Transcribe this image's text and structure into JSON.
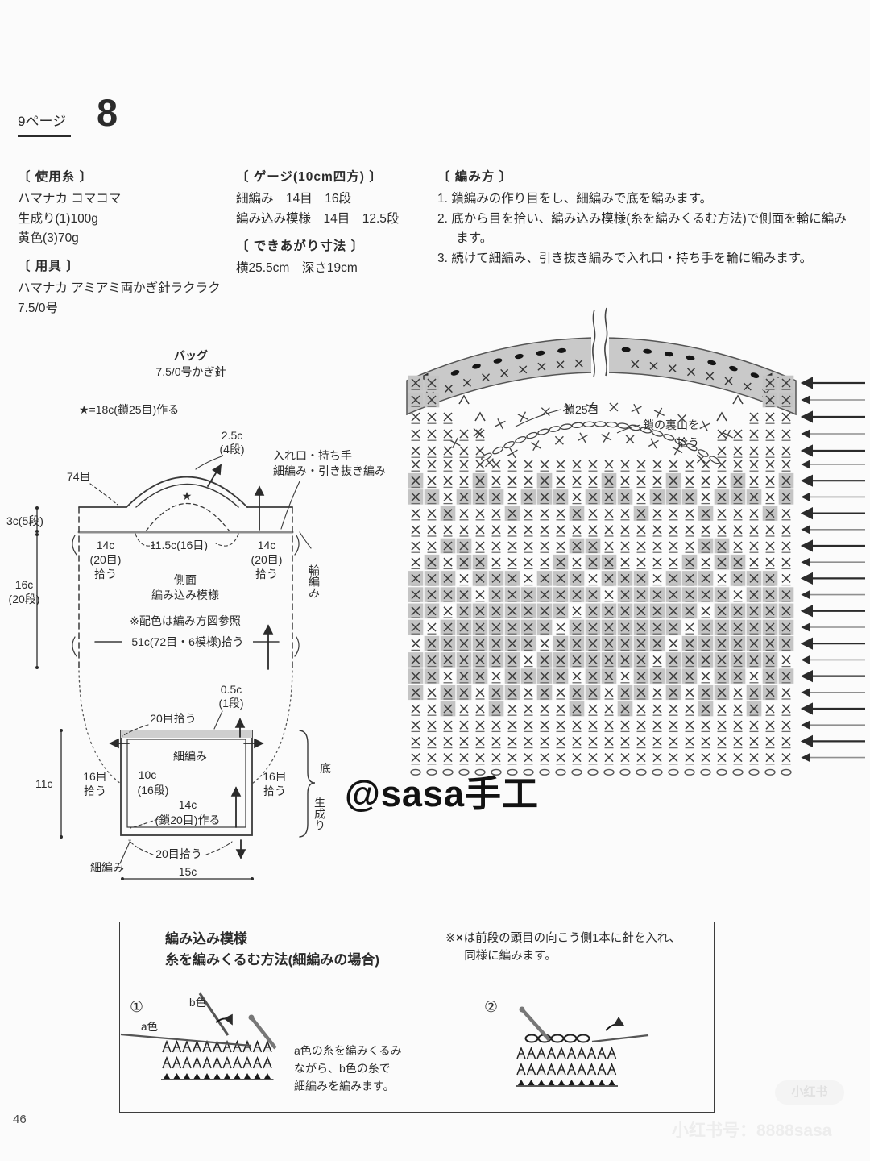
{
  "page": {
    "page_ref": "9ページ",
    "item_number": "8",
    "page_number": "46"
  },
  "info": {
    "materials": {
      "heading": "〔 使用糸 〕",
      "lines": [
        "ハマナカ コマコマ",
        "生成り(1)100g",
        "黄色(3)70g"
      ]
    },
    "tools": {
      "heading": "〔 用具 〕",
      "lines": [
        "ハマナカ アミアミ両かぎ針ラクラク",
        "7.5/0号"
      ]
    },
    "gauge": {
      "heading": "〔 ゲージ(10cm四方) 〕",
      "lines": [
        "細編み　14目　16段",
        "編み込み模様　14目　12.5段"
      ]
    },
    "finished_size": {
      "heading": "〔 できあがり寸法 〕",
      "line": "横25.5cm　深さ19cm"
    },
    "howto": {
      "heading": "〔 編み方 〕",
      "steps": [
        "1. 鎖編みの作り目をし、細編みで底を編みます。",
        "2. 底から目を拾い、編み込み模様(糸を編みくるむ方法)で側面を輪に編みます。",
        "3. 続けて細編み、引き抜き編みで入れ口・持ち手を輪に編みます。"
      ]
    }
  },
  "bag": {
    "title": "バッグ",
    "hook": "7.5/0号かぎ針",
    "star_note": "★=18c(鎖25目)作る",
    "handle_depth": "2.5c",
    "handle_depth_rows": "(4段)",
    "star": "★",
    "opening_line1": "入れ口・持ち手",
    "opening_line2": "細編み・引き抜き編み",
    "stitches_total": "74目",
    "rim_height": "3c(5段)",
    "pickup_left": [
      "14c",
      "(20目)",
      "拾う"
    ],
    "handle_span": "11.5c(16目)",
    "pickup_right": [
      "14c",
      "(20目)",
      "拾う"
    ],
    "side_label1": "側面",
    "side_label2": "編み込み模様",
    "color_note": "※配色は編み方図参照",
    "pickup_51": "51c(72目・6模様)拾う",
    "ring_knit": "輪編み",
    "side_height1": "16c",
    "side_height2": "(20段)",
    "base_row_h": "0.5c",
    "base_row_h2": "(1段)",
    "pickup20_top": "20目拾う",
    "base_st": "細編み",
    "base_h": "10c",
    "base_h2": "(16段)",
    "base_w": "14c",
    "base_w2": "(鎖20目)作る",
    "pickup16_left1": "16目",
    "pickup16_left2": "拾う",
    "pickup16_right1": "16目",
    "pickup16_right2": "拾う",
    "base_height_dim": "11c",
    "pickup20_bottom": "20目拾う",
    "base_st2": "細編み",
    "base_width_dim": "15c",
    "base_color1": "底",
    "base_color2": "生成り"
  },
  "chart": {
    "label_chain25": "鎖25目",
    "label_backbump1": "鎖の裏山を",
    "label_backbump2": "拾う",
    "cols": 24,
    "shaded_color": "#c4c4c4",
    "rows": [
      "000000000000000000000000",
      "100010001000100010001001",
      "110111011101110111011101",
      "001000100010001000100010",
      "000000000000000000000000",
      "001100000011000000110000",
      "010110000101100001011000",
      "111011101110111011101110",
      "111101111111011111110111",
      "110111111101111111011111",
      "101111111011111110111111",
      "011111110111111101111111",
      "111111101111111011111110",
      "110110111101101111011011",
      "101101101011011010110110",
      "001001000010010000100100",
      "000000000000000000000000",
      "000000000000000000000000",
      "000000000000000000000000"
    ],
    "partial_left": [
      "SS",
      "SS.^",
      "xxx.^",
      "xxxxx",
      "xxxxx"
    ],
    "partial_right": [
      "SS",
      "^.SS",
      "^.xxx",
      "xxxxx",
      "xxxxx"
    ]
  },
  "box": {
    "title1": "編み込み模様",
    "title2": "糸を編みくるむ方法(細編みの場合)",
    "note_prefix": "※",
    "note_symbol": "×",
    "note_rest": "は前段の頭目の向こう側1本に針を入れ、",
    "note_line2": "同様に編みます。",
    "step1": "①",
    "step2": "②",
    "yarn_a": "a色",
    "yarn_b": "b色",
    "caption": [
      "a色の糸を編みくるみ",
      "ながら、b色の糸で",
      "細編みを編みます。"
    ]
  },
  "watermark": {
    "handle": "@sasa手工",
    "badge": "小红书",
    "platform_id": "小红书号：8888sasa"
  }
}
